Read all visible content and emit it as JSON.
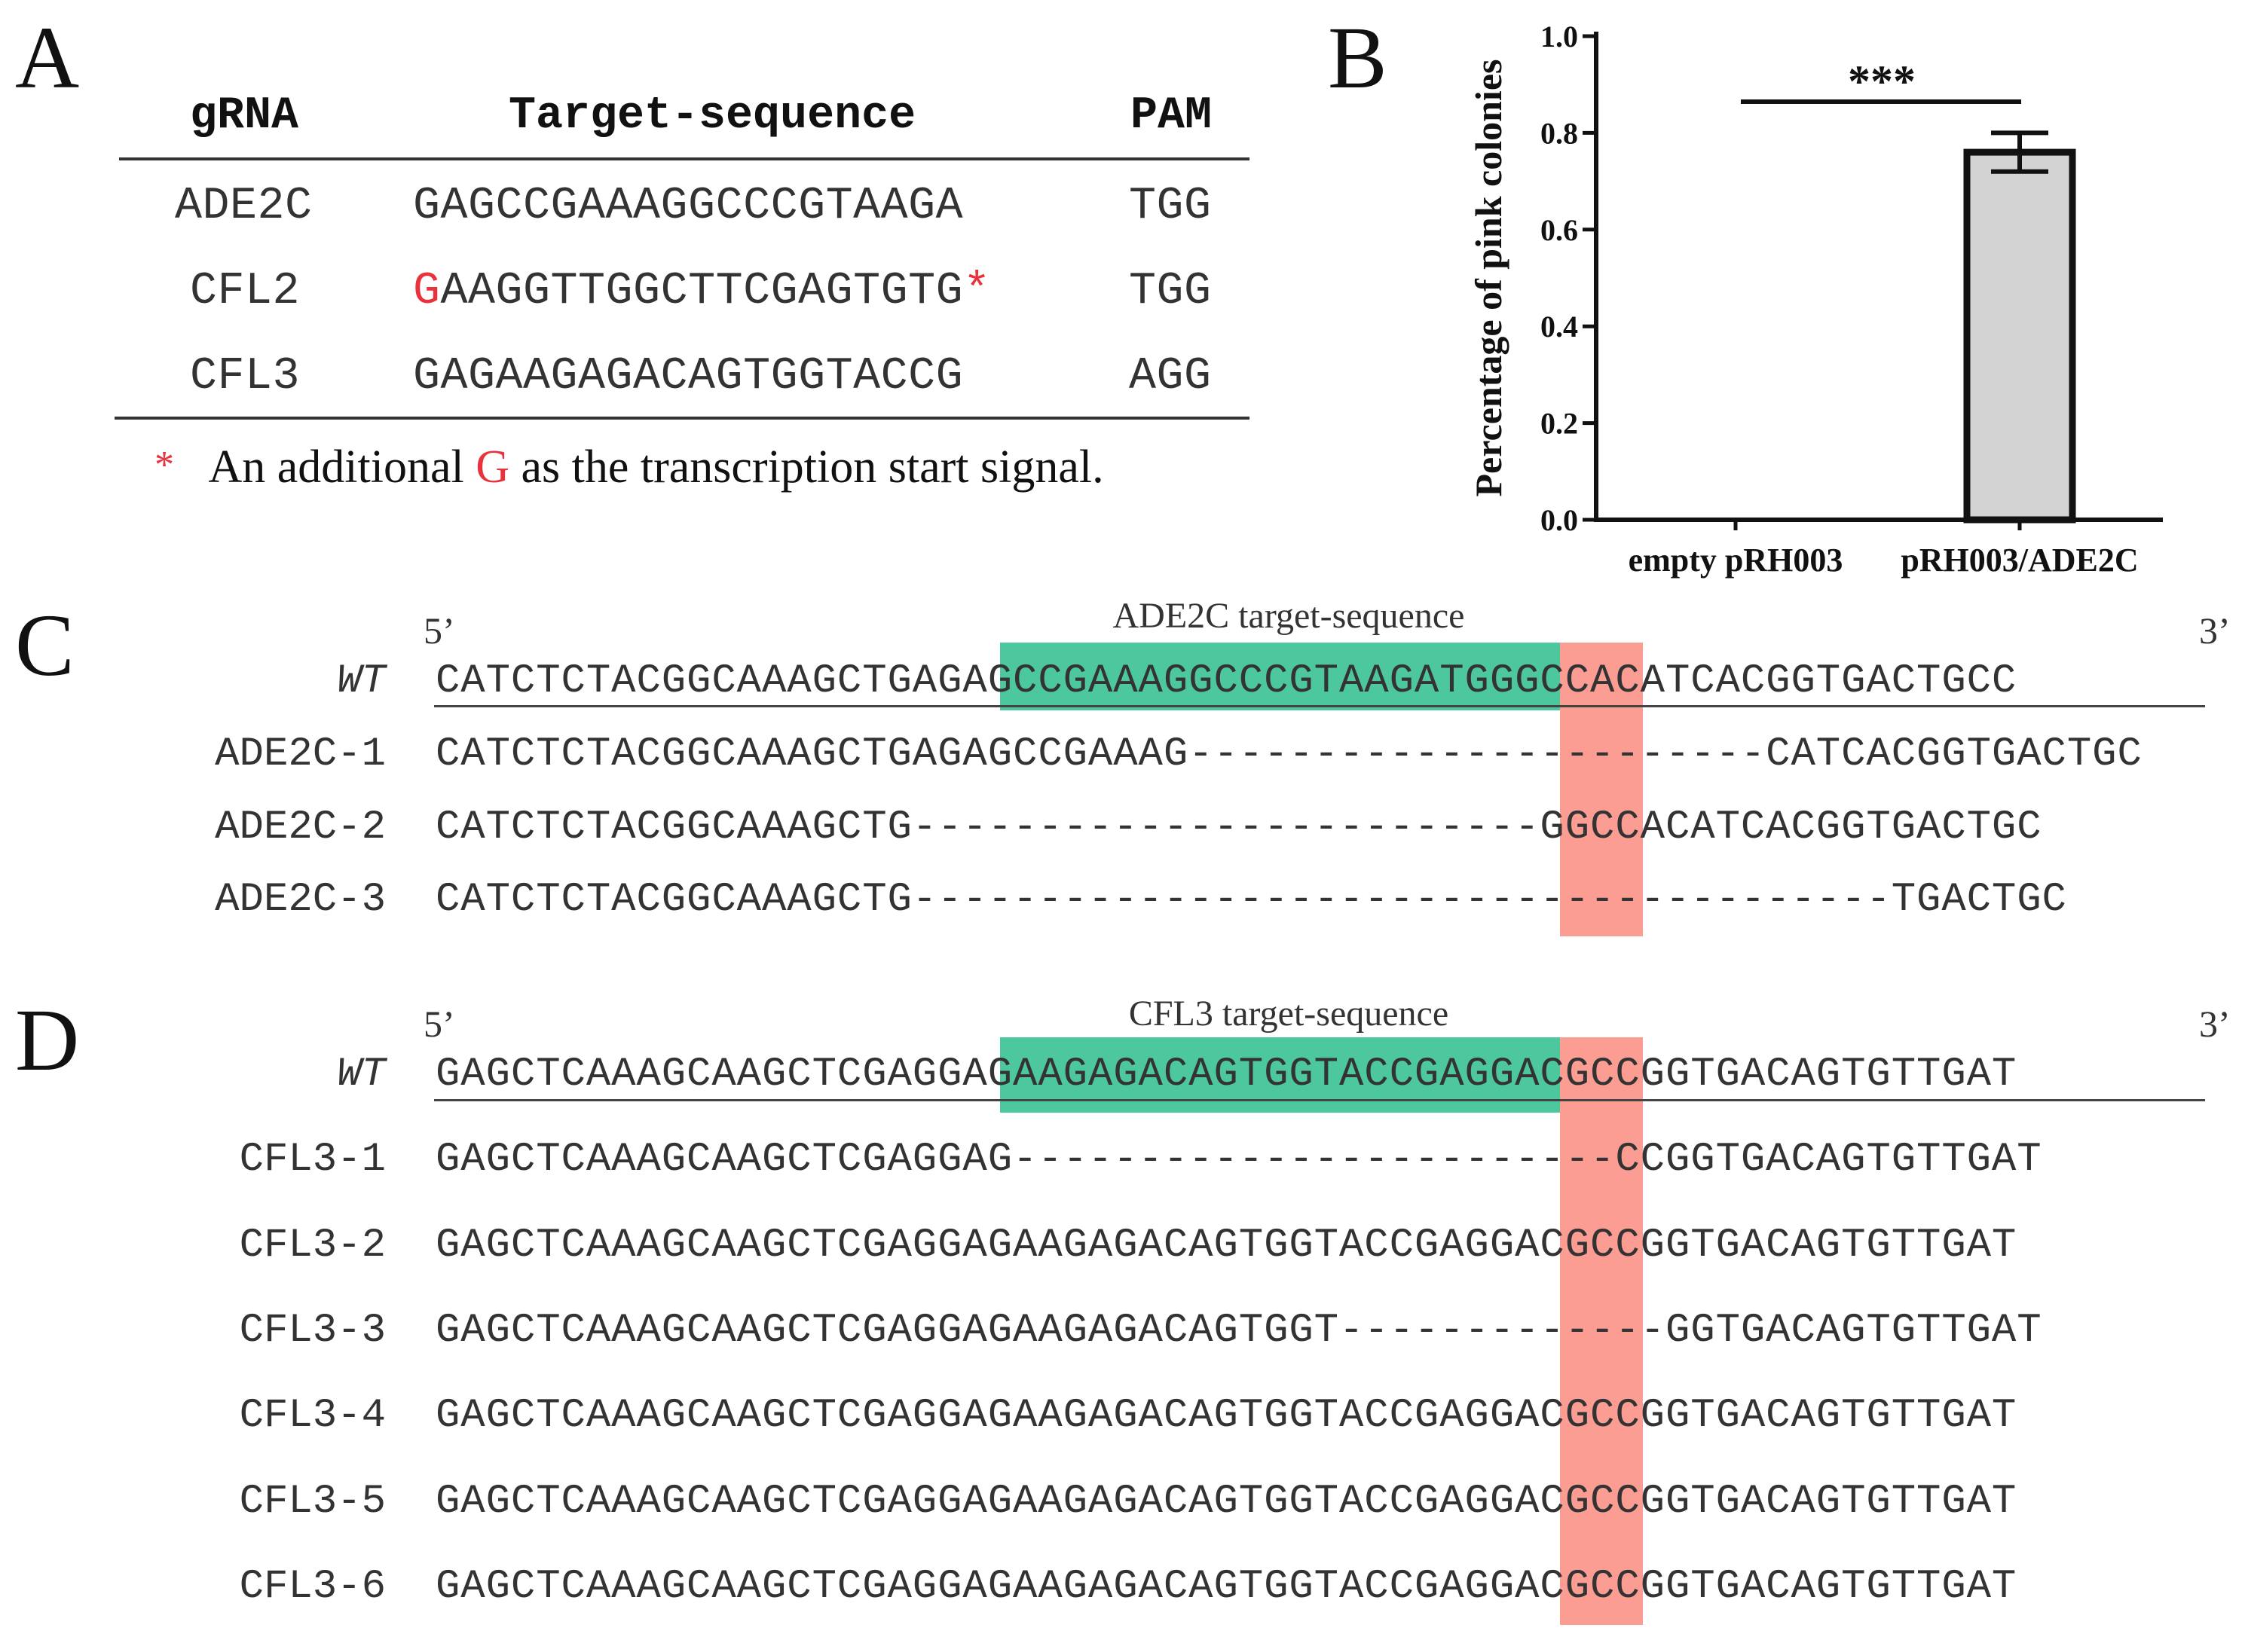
{
  "panels": {
    "a": "A",
    "b": "B",
    "c": "C",
    "d": "D"
  },
  "table": {
    "headers": {
      "grna": "gRNA",
      "target": "Target-sequence",
      "pam": "PAM"
    },
    "rows": [
      {
        "grna": "ADE2C",
        "prefix": "",
        "seq": "GAGCCGAAAGGCCCGTAAGA",
        "suffix": "",
        "pam": "TGG"
      },
      {
        "grna": "CFL2",
        "prefix": "G",
        "seq": "AAGGTTGGCTTCGAGTGTG",
        "suffix": "*",
        "pam": "TGG"
      },
      {
        "grna": "CFL3",
        "prefix": "",
        "seq": "GAGAAGAGACAGTGGTACCG",
        "suffix": "",
        "pam": "AGG"
      }
    ],
    "footnote": {
      "star": "*",
      "text1": "An additional ",
      "g": "G",
      "text2": " as the transcription start signal."
    }
  },
  "chart_data": {
    "type": "bar",
    "categories": [
      "empty pRH003",
      "pRH003/ADE2C"
    ],
    "values": [
      0.0,
      0.76
    ],
    "errors": [
      0.0,
      0.04
    ],
    "ylabel": "Percentage of pink colonies",
    "ylim": [
      0.0,
      1.0
    ],
    "yticks": [
      "0.0",
      "0.2",
      "0.4",
      "0.6",
      "0.8",
      "1.0"
    ],
    "significance": "***",
    "bar_color": "#d3d3d3",
    "grid": false
  },
  "panel_c": {
    "five_prime": "5’",
    "three_prime": "3’",
    "target_title": "ADE2C target-sequence",
    "rows": [
      {
        "label": "WT",
        "seq": "CATCTCTACGGCAAAGCTGAGAGCCGAAAGGCCCGTAAGATGGGCCACATCACGGTGACTGCC"
      },
      {
        "label": "ADE2C-1",
        "seq": "CATCTCTACGGCAAAGCTGAGAGCCGAAAG-----------------------CATCACGGTGACTGC"
      },
      {
        "label": "ADE2C-2",
        "seq": "CATCTCTACGGCAAAGCTG-------------------------GGCCACATCACGGTGACTGC"
      },
      {
        "label": "ADE2C-3",
        "seq": "CATCTCTACGGCAAAGCTG---------------------------------------TGACTGC"
      }
    ]
  },
  "panel_d": {
    "five_prime": "5’",
    "three_prime": "3’",
    "target_title": "CFL3 target-sequence",
    "rows": [
      {
        "label": "WT",
        "seq": "GAGCTCAAAGCAAGCTCGAGGAGAAGAGACAGTGGTACCGAGGACGCCGGTGACAGTGTTGAT"
      },
      {
        "label": "CFL3-1",
        "seq": "GAGCTCAAAGCAAGCTCGAGGAG------------------------CCGGTGACAGTGTTGAT"
      },
      {
        "label": "CFL3-2",
        "seq": "GAGCTCAAAGCAAGCTCGAGGAGAAGAGACAGTGGTACCGAGGACGCCGGTGACAGTGTTGAT"
      },
      {
        "label": "CFL3-3",
        "seq": "GAGCTCAAAGCAAGCTCGAGGAGAAGAGACAGTGGT-------------GGTGACAGTGTTGAT"
      },
      {
        "label": "CFL3-4",
        "seq": "GAGCTCAAAGCAAGCTCGAGGAGAAGAGACAGTGGTACCGAGGACGCCGGTGACAGTGTTGAT"
      },
      {
        "label": "CFL3-5",
        "seq": "GAGCTCAAAGCAAGCTCGAGGAGAAGAGACAGTGGTACCGAGGACGCCGGTGACAGTGTTGAT"
      },
      {
        "label": "CFL3-6",
        "seq": "GAGCTCAAAGCAAGCTCGAGGAGAAGAGACAGTGGTACCGAGGACGCCGGTGACAGTGTTGAT"
      }
    ]
  }
}
